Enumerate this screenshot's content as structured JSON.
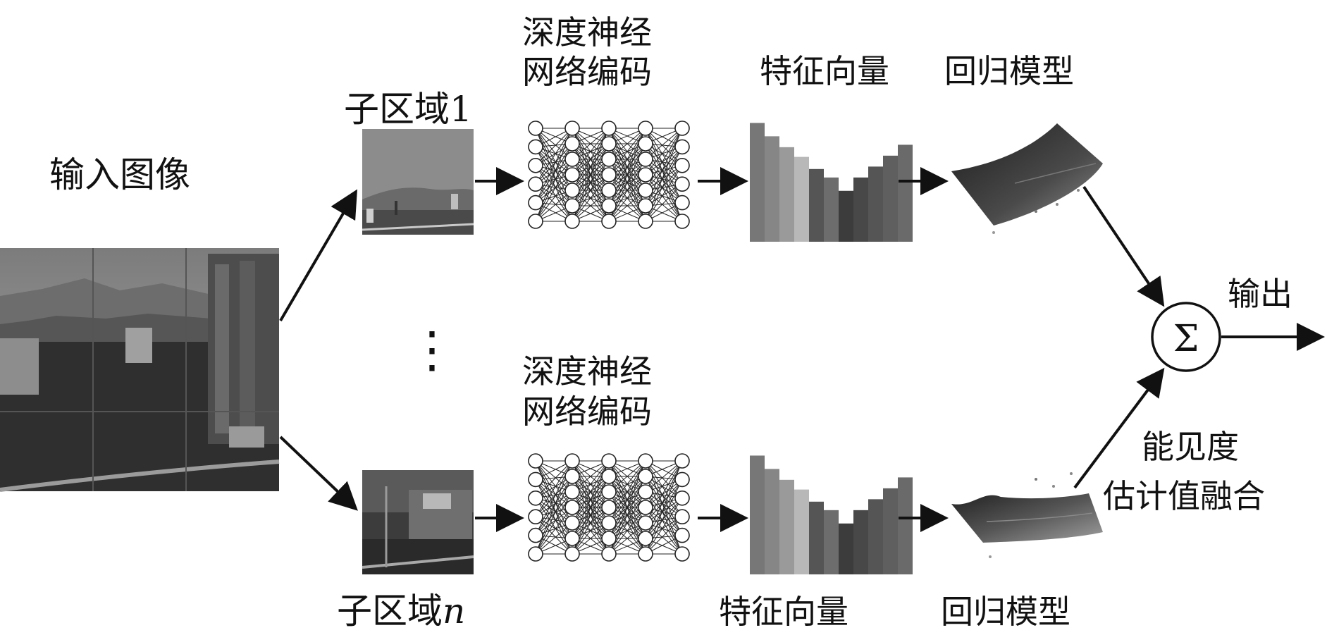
{
  "labels": {
    "input_image": "输入图像",
    "subregion_1": "子区域1",
    "subregion_n_prefix": "子区域",
    "subregion_n_var": "n",
    "dnn_line1": "深度神经",
    "dnn_line2": "网络编码",
    "feature_vector": "特征向量",
    "regression_model": "回归模型",
    "output": "输出",
    "fusion_line1": "能见度",
    "fusion_line2": "估计值融合",
    "sum_symbol": "Σ",
    "ellipsis": "⋮"
  },
  "colors": {
    "stroke": "#111111",
    "sky": "#8a8a8a",
    "city_dark": "#2e2e2e",
    "bar_dark": "#3a3a3a",
    "bar_light": "#b5b5b5"
  },
  "feature_bars": [
    0.98,
    0.87,
    0.78,
    0.7,
    0.6,
    0.53,
    0.42,
    0.53,
    0.62,
    0.71,
    0.8
  ]
}
